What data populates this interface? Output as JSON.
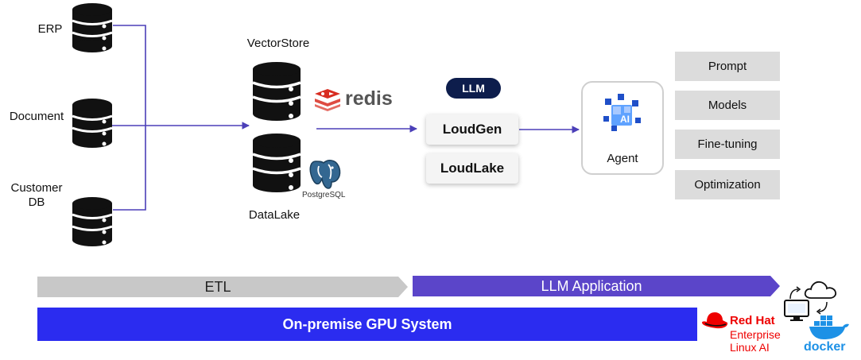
{
  "sources": [
    {
      "label": "ERP"
    },
    {
      "label": "Document"
    },
    {
      "label": "Customer DB"
    }
  ],
  "stores": {
    "vector_label": "VectorStore",
    "lake_label": "DataLake",
    "redis_text": "redis",
    "postgres_text": "PostgreSQL"
  },
  "llm": {
    "badge": "LLM",
    "items": [
      "LoudGen",
      "LoudLake"
    ]
  },
  "agent": {
    "label": "Agent",
    "icon_text": "AI"
  },
  "capabilities": [
    "Prompt",
    "Models",
    "Fine-tuning",
    "Optimization"
  ],
  "bars": {
    "etl": "ETL",
    "llm_app": "LLM Application",
    "gpu": "On-premise GPU System"
  },
  "vendors": {
    "redhat_line1": "Red Hat",
    "redhat_line2": "Enterprise",
    "redhat_line3": "Linux AI",
    "docker": "docker"
  },
  "colors": {
    "connector": "#4b3fb8",
    "etl_bar": "#c8c8c8",
    "llm_bar": "#5b45c9",
    "gpu_bar": "#2b2cf0",
    "redis_red": "#d82c20",
    "redhat_red": "#ee0000",
    "docker_blue": "#1d91e6"
  }
}
